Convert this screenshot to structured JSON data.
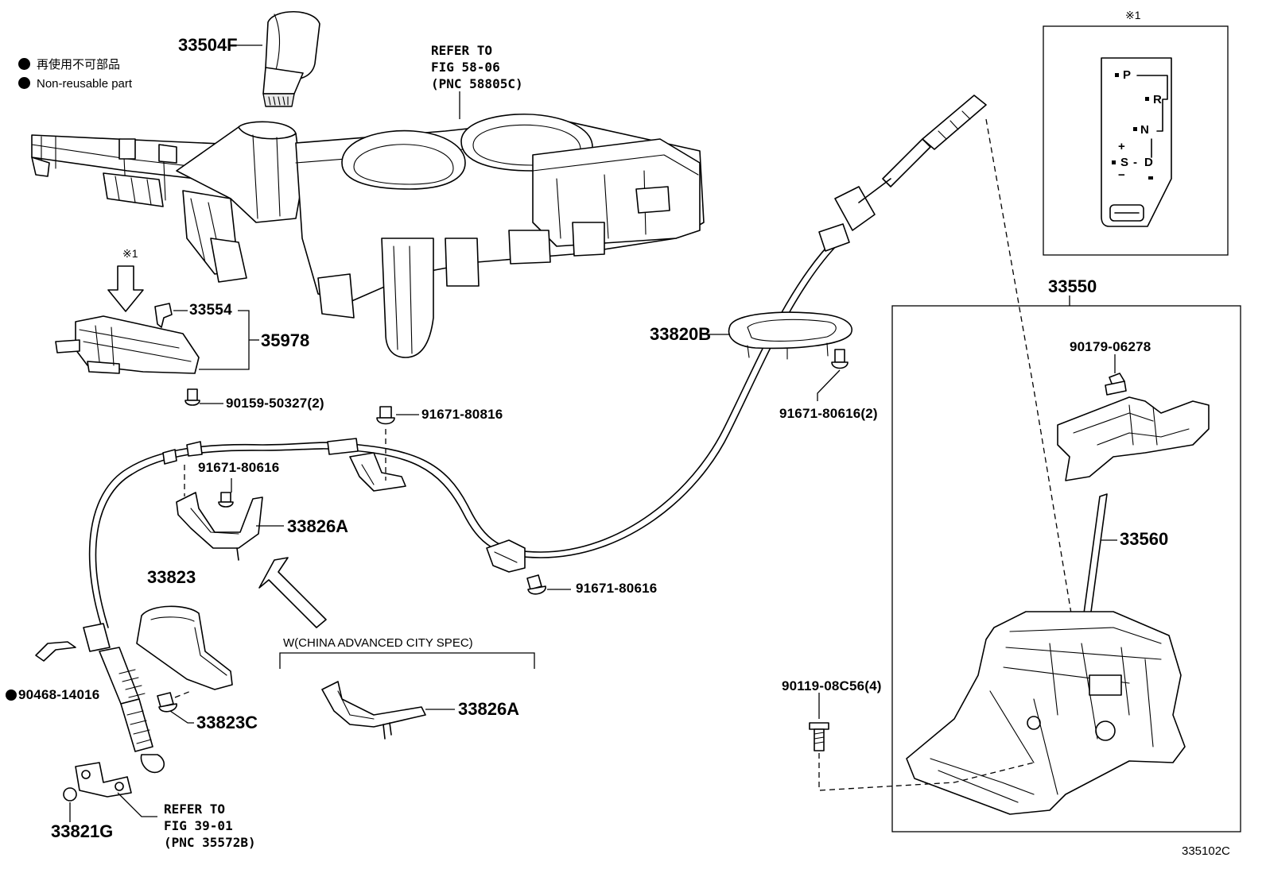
{
  "legend": {
    "line_jp": "再使用不可部品",
    "line_en": "Non-reusable part"
  },
  "marks": {
    "note1": "※1"
  },
  "refs": {
    "console": [
      "REFER TO",
      "FIG 58-06",
      "(PNC 58805C)"
    ],
    "cable_end": [
      "REFER TO",
      "FIG 39-01",
      "(PNC 35572B)"
    ]
  },
  "spec_note": "W(CHINA ADVANCED CITY SPEC)",
  "parts": {
    "knob": "33504F",
    "p33554": "33554",
    "p35978": "35978",
    "bolt_9015950327": "90159-50327(2)",
    "bolt_9167180816": "91671-80816",
    "bolt_9167180616_a": "91671-80616",
    "bracket_a": "33826A",
    "bolt_9167180616_b": "91671-80616",
    "p33823": "33823",
    "clip_9046814016": "90468-14016",
    "p33823c": "33823C",
    "p33821g": "33821G",
    "bracket_a2": "33826A",
    "p33820b": "33820B",
    "bolt_9167180616_2": "91671-80616(2)",
    "p33550": "33550",
    "nut_9017906278": "90179-06278",
    "lever_33560": "33560",
    "bolt_9011908c56": "90119-08C56(4)"
  },
  "gate": {
    "p": "P",
    "r": "R",
    "n": "N",
    "plus": "+",
    "s": "S",
    "d": "D",
    "minus": "−",
    "dash": "-"
  },
  "figure_id": "335102C"
}
